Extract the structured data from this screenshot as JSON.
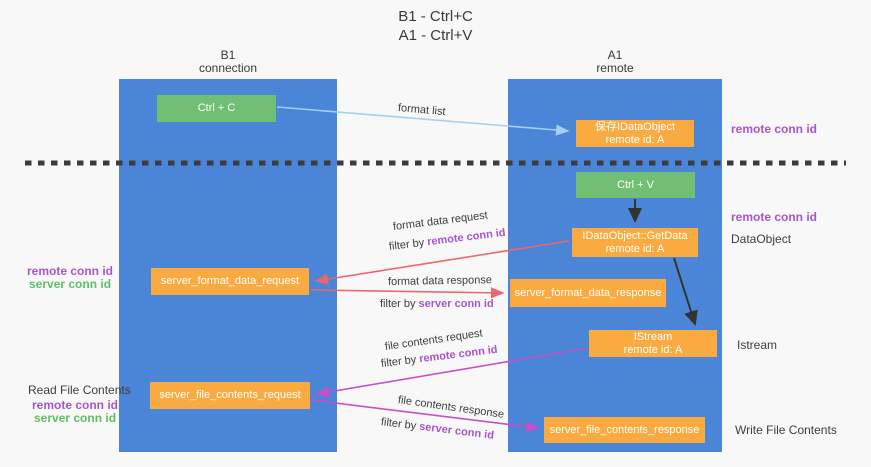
{
  "title": {
    "line1": "B1 - Ctrl+C",
    "line2": "A1 - Ctrl+V"
  },
  "columns": {
    "left": {
      "name": "B1",
      "subtitle": "connection"
    },
    "right": {
      "name": "A1",
      "subtitle": "remote"
    }
  },
  "nodes": {
    "ctrl_c": "Ctrl + C",
    "save_idataobject_line1": "保存IDataObject",
    "save_idataobject_line2": "remote id: A",
    "ctrl_v": "Ctrl + V",
    "getdata_line1": "IDataObject::GetData",
    "getdata_line2": "remote id: A",
    "server_format_data_request": "server_format_data_request",
    "server_format_data_response": "server_format_data_response",
    "istream_line1": "IStream",
    "istream_line2": "remote id: A",
    "server_file_contents_request": "server_file_contents_request",
    "server_file_contents_response": "server_file_contents_response"
  },
  "edge_labels": {
    "format_list": "format list",
    "format_data_request": "format data request",
    "format_data_request_filter_prefix": "filter by ",
    "format_data_request_filter_key": "remote conn id",
    "format_data_response": "format data response",
    "format_data_response_filter_prefix": "filter by ",
    "format_data_response_filter_key": "server conn id",
    "file_contents_request": "file contents request",
    "file_contents_request_filter_prefix": "filter by ",
    "file_contents_request_filter_key": "remote conn id",
    "file_contents_response": "file contents response",
    "file_contents_response_filter_prefix": "filter by ",
    "file_contents_response_filter_key": "server conn id"
  },
  "side_labels": {
    "remote_conn_id_top_right": "remote conn id",
    "remote_conn_id_mid_right": "remote conn id",
    "dataobject": "DataObject",
    "istream": "Istream",
    "write_file_contents": "Write File Contents",
    "remote_conn_id_mid_left": "remote conn id",
    "server_conn_id_mid_left": "server conn id",
    "read_file_contents": "Read File Contents",
    "remote_conn_id_bottom_left": "remote conn id",
    "server_conn_id_bottom_left": "server conn id"
  },
  "colors": {
    "column_blue": "#4a85d8",
    "box_green": "#71bf73",
    "box_orange": "#f9aa40",
    "arrow_blue": "#a4d0f0",
    "arrow_red": "#e8686e",
    "arrow_magenta": "#c650c6",
    "arrow_black": "#333333",
    "label_purple": "#a855cd",
    "label_green": "#5fbe69",
    "dashed_line": "#3b3b3b"
  }
}
